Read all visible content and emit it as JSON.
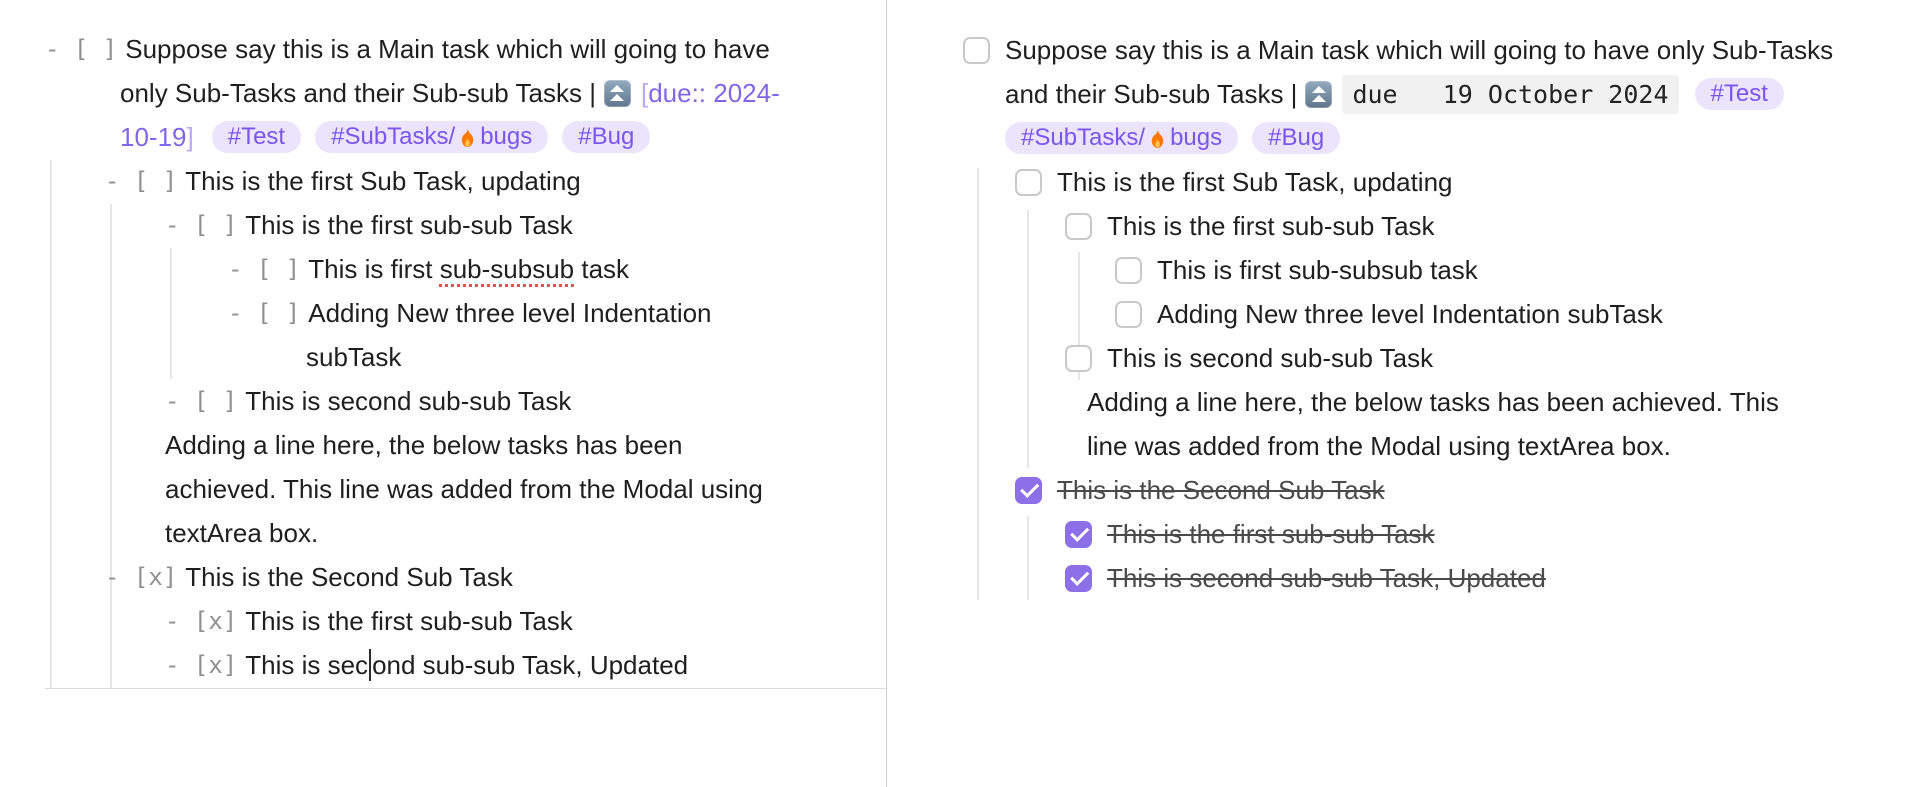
{
  "colors": {
    "accent_purple": "#8266e8",
    "tag_text": "#7a55ee",
    "tag_bg": "#ebe4fc",
    "checkbox_checked": "#8d6fe8",
    "syntax_gray": "#909090",
    "text": "#1f1f1f",
    "code_bg": "#f1f1f2",
    "squiggle_red": "#e0524d"
  },
  "icons": {
    "priority": "fast-up-button-icon",
    "flame": "fire-icon"
  },
  "left": {
    "main": {
      "marker": "- [ ]",
      "line1": "Suppose say this is a Main task which will going to have",
      "line2_pre": "only Sub-Tasks and their Sub-sub Tasks |",
      "due_open": "[",
      "due_l2": "due:: 2024-",
      "due_l3": "10-19",
      "due_close": "]",
      "tags": {
        "test": "#Test",
        "subtasks_pre": "#SubTasks/",
        "subtasks_post": "bugs",
        "bug": "#Bug"
      }
    },
    "tasks": {
      "sub1": {
        "marker": "- [ ]",
        "text": "This is the first Sub Task, updating"
      },
      "subsub1": {
        "marker": "- [ ]",
        "text": "This is the first sub-sub Task"
      },
      "subsubsub1": {
        "marker": "- [ ]",
        "pre": "This is first ",
        "misspelled": "sub-subsub",
        "post": " task"
      },
      "subsubsub2": {
        "marker": "- [ ]",
        "line1": "Adding New three level Indentation",
        "line2": "subTask"
      },
      "subsub2": {
        "marker": "- [ ]",
        "text": "This is second sub-sub Task"
      },
      "para": {
        "line1": "Adding a line here, the below tasks has been",
        "line2": "achieved. This line was added from the Modal using",
        "line3": "textArea box."
      },
      "done1": {
        "marker": "- [x]",
        "text": "This is the Second Sub Task"
      },
      "done2": {
        "marker": "- [x]",
        "text": "This is the first sub-sub Task"
      },
      "done3": {
        "marker": "- [x]",
        "pre": "This is sec",
        "post": "ond sub-sub Task, Updated"
      }
    }
  },
  "right": {
    "main": {
      "line1": "Suppose say this is a Main task which will going to have only Sub-Tasks",
      "line2_pre": "and their Sub-sub Tasks |",
      "due_code": "due   19 October 2024",
      "tags": {
        "test": "#Test",
        "subtasks_pre": "#SubTasks/",
        "subtasks_post": "bugs",
        "bug": "#Bug"
      }
    },
    "tasks": {
      "sub1": "This is the first Sub Task, updating",
      "subsub1": "This is the first sub-sub Task",
      "subsubsub1": "This is first sub-subsub task",
      "subsubsub2": "Adding New three level Indentation subTask",
      "subsub2": "This is second sub-sub Task",
      "para_line1": "Adding a line here, the below tasks has been achieved. This",
      "para_line2": "line was added from the Modal using textArea box.",
      "done1": "This is the Second Sub Task",
      "done2": "This is the first sub-sub Task",
      "done3": "This is second sub-sub Task, Updated"
    }
  }
}
